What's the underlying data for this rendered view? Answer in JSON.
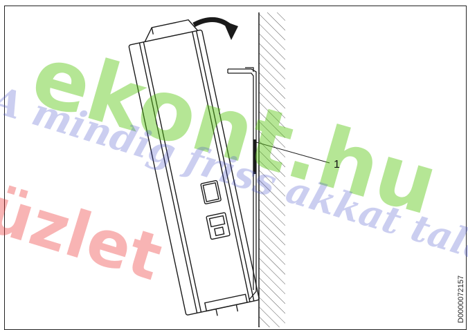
{
  "diagram": {
    "callout_label": "1",
    "document_id": "D0000072157"
  },
  "watermarks": {
    "green_text": "ekont.hu",
    "blue_text": "A mindig friss akkat talál",
    "red_text": "üzlet"
  },
  "colors": {
    "line": "#1a1a1a",
    "hatch": "#555555",
    "watermark_green": "#5ac814",
    "watermark_blue": "#4650c8",
    "watermark_red": "#eb2828"
  },
  "icons": {
    "rotation_arrow": "curved-arrow-right-down-icon"
  }
}
